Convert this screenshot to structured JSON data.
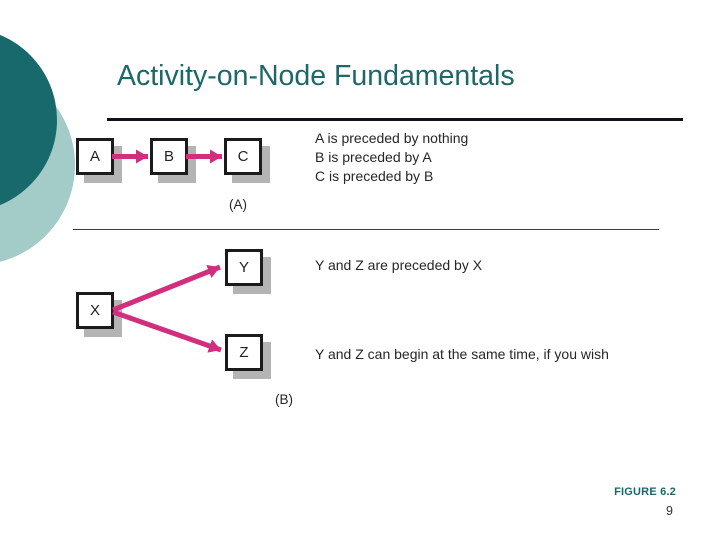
{
  "slide": {
    "title": "Activity-on-Node Fundamentals",
    "figure_caption": "FIGURE 6.2",
    "page_number": "9"
  },
  "colors": {
    "title_teal": "#1c6868",
    "caption_teal": "#1a6767",
    "circle_dark_teal": "#17696c",
    "circle_light_teal": "#a3cbc7",
    "arrow_magenta": "#d22e7e",
    "node_border_black": "#1b1b1b",
    "node_shadow_gray": "#b4b4b4",
    "body_text": "#262626"
  },
  "figure": {
    "section_a": {
      "label": "(A)",
      "nodes": [
        {
          "label": "A"
        },
        {
          "label": "B"
        },
        {
          "label": "C"
        }
      ],
      "edges": [
        "A→B",
        "B→C"
      ],
      "notes": [
        "A is preceded by nothing",
        "B is preceded by A",
        "C is preceded by B"
      ]
    },
    "section_b": {
      "label": "(B)",
      "nodes": [
        {
          "label": "X"
        },
        {
          "label": "Y"
        },
        {
          "label": "Z"
        }
      ],
      "edges": [
        "X→Y",
        "X→Z"
      ],
      "notes": [
        "Y and Z are preceded by X",
        "Y and Z can begin at the same time, if you wish"
      ]
    }
  }
}
